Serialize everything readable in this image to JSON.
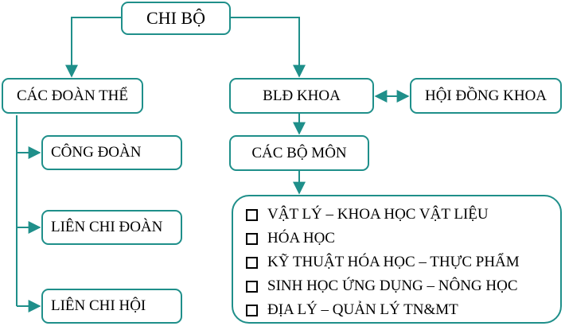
{
  "root": {
    "label": "CHI BỘ"
  },
  "unions": {
    "label": "CÁC ĐOÀN THỂ",
    "children": [
      "CÔNG ĐOÀN",
      "LIÊN CHI ĐOÀN",
      "LIÊN CHI HỘI"
    ]
  },
  "faculty_board": {
    "label": "BLĐ KHOA"
  },
  "faculty_council": {
    "label": "HỘI ĐỒNG KHOA"
  },
  "departments": {
    "label": "CÁC BỘ MÔN",
    "items": [
      "VẬT LÝ – KHOA HỌC VẬT LIỆU",
      "HÓA HỌC",
      "KỸ THUẬT HÓA HỌC – THỰC PHẨM",
      "SINH HỌC ỨNG DỤNG – NÔNG HỌC",
      "ĐỊA LÝ – QUẢN LÝ TN&MT"
    ]
  },
  "colors": {
    "border": "#1f8f8a",
    "connector": "#1f8f8a"
  }
}
